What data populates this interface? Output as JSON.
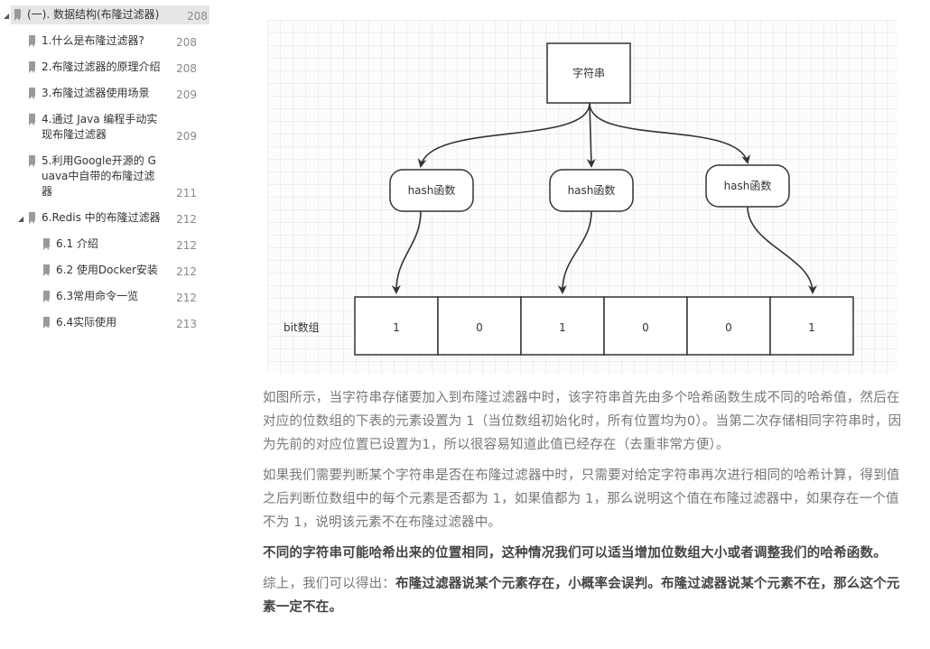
{
  "toc": {
    "items": [
      {
        "title_lines": [
          "(一). 数据结构(布隆过滤器)"
        ],
        "page": "208",
        "level": 0,
        "expanded": true,
        "selected": true
      },
      {
        "title_lines": [
          "1.什么是布隆过滤器?"
        ],
        "page": "208",
        "level": 1
      },
      {
        "title_lines": [
          "2.布隆过滤器的原理介绍"
        ],
        "page": "208",
        "level": 1
      },
      {
        "title_lines": [
          "3.布隆过滤器使用场景"
        ],
        "page": "209",
        "level": 1
      },
      {
        "title_lines": [
          "4.通过 Java 编程手动实",
          "现布隆过滤器"
        ],
        "page": "209",
        "level": 1
      },
      {
        "title_lines": [
          "5.利用Google开源的 G",
          "uava中自带的布隆过滤",
          "器"
        ],
        "page": "211",
        "level": 1
      },
      {
        "title_lines": [
          "6.Redis 中的布隆过滤器"
        ],
        "page": "212",
        "level": 1,
        "expanded": true
      },
      {
        "title_lines": [
          "6.1 介绍"
        ],
        "page": "212",
        "level": 2
      },
      {
        "title_lines": [
          "6.2 使用Docker安装"
        ],
        "page": "212",
        "level": 2
      },
      {
        "title_lines": [
          "6.3常用命令一览"
        ],
        "page": "212",
        "level": 2
      },
      {
        "title_lines": [
          "6.4实际使用"
        ],
        "page": "213",
        "level": 2
      }
    ]
  },
  "diagram": {
    "source_label": "字符串",
    "hash_label": "hash函数",
    "array_label": "bit数组",
    "bits": [
      "1",
      "0",
      "1",
      "0",
      "0",
      "1"
    ],
    "colors": {
      "line": "#333333",
      "fill": "#ffffff"
    }
  },
  "text": {
    "p1": "如图所示，当字符串存储要加入到布隆过滤器中时，该字符串首先由多个哈希函数生成不同的哈希值，然后在对应的位数组的下表的元素设置为 1（当位数组初始化时，所有位置均为0）。当第二次存储相同字符串时，因为先前的对应位置已设置为1，所以很容易知道此值已经存在（去重非常方便）。",
    "p2": "如果我们需要判断某个字符串是否在布隆过滤器中时，只需要对给定字符串再次进行相同的哈希计算，得到值之后判断位数组中的每个元素是否都为 1，如果值都为 1，那么说明这个值在布隆过滤器中，如果存在一个值不为 1，说明该元素不在布隆过滤器中。",
    "p3": "不同的字符串可能哈希出来的位置相同，这种情况我们可以适当增加位数组大小或者调整我们的哈希函数。",
    "p4_prefix": "综上，我们可以得出：",
    "p4_bold": "布隆过滤器说某个元素存在，小概率会误判。布隆过滤器说某个元素不在，那么这个元素一定不在。"
  }
}
